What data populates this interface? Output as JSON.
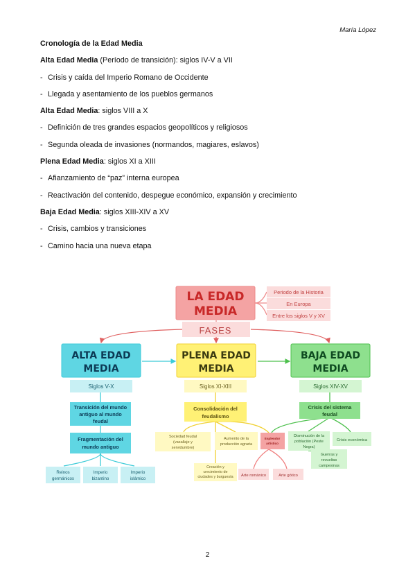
{
  "author": "María López",
  "page_number": "2",
  "title": "Cronología de la Edad Media",
  "periods": [
    {
      "name": "Alta Edad Media",
      "range": " (Período de transición): siglos IV-V a VII",
      "bullets": [
        "Crisis y caída del Imperio Romano de Occidente",
        "Llegada y asentamiento de los pueblos germanos"
      ]
    },
    {
      "name": "Alta Edad Media",
      "range": ": siglos VIII a X",
      "bullets": [
        "Definición de tres grandes espacios geopolíticos y religiosos",
        "Segunda oleada de invasiones (normandos, magiares, eslavos)"
      ]
    },
    {
      "name": "Plena Edad Media",
      "range": ": siglos XI a XIII",
      "bullets": [
        "Afianzamiento de “paz” interna europea",
        "Reactivación del contenido, despegue económico, expansión y crecimiento"
      ]
    },
    {
      "name": "Baja Edad Media",
      "range": ": siglos XIII-XIV a XV",
      "bullets": [
        "Crisis, cambios y transiciones",
        "Camino hacia una nueva etapa"
      ]
    }
  ],
  "map": {
    "root": [
      "LA EDAD",
      "MEDIA"
    ],
    "root_notes": [
      "Periodo de la Historia",
      "En Europa",
      "Entre los siglos V y XV"
    ],
    "fases": "FASES",
    "alta": {
      "title": [
        "ALTA EDAD",
        "MEDIA"
      ],
      "siglos": "Siglos V-X",
      "transicion": [
        "Transición del mundo",
        "antiguo al mundo",
        "feudal"
      ],
      "fragmentacion": [
        "Fragmentación del",
        "mundo antiguo"
      ],
      "leaves": [
        [
          "Reinos",
          "germánicos"
        ],
        [
          "Imperio",
          "bizantino"
        ],
        [
          "Imperio",
          "islámico"
        ]
      ]
    },
    "plena": {
      "title": [
        "PLENA EDAD",
        "MEDIA"
      ],
      "siglos": "Siglos XI-XIII",
      "consolidacion": [
        "Consolidación del",
        "feudalismo"
      ],
      "sociedad": [
        "Sociedad feudal",
        "(vasallaje y",
        "servidumbre)"
      ],
      "aumento": [
        "Aumento de la",
        "producción agraria"
      ],
      "esplendor": [
        "Esplendor",
        "artístico"
      ],
      "creacion": [
        "Creación y",
        "crecimiento de",
        "ciudades y burguesía"
      ],
      "romanico": "Arte románico",
      "gotico": "Arte gótico"
    },
    "baja": {
      "title": [
        "BAJA EDAD",
        "MEDIA"
      ],
      "siglos": "Siglos XIV-XV",
      "crisis": [
        "Crisis del sistema",
        "feudal"
      ],
      "disminucion": [
        "Disminución de la",
        "población (Peste",
        "Negra)"
      ],
      "economica": "Crisis económica",
      "guerras": [
        "Guerras y",
        "revueltas",
        "campesinas"
      ]
    }
  },
  "colors": {
    "red": "#f4a3a3",
    "red_light": "#fbdcdc",
    "cyan": "#5fd6e3",
    "cyan_light": "#c8f0f4",
    "yellow": "#fff175",
    "yellow_light": "#fff9c2",
    "green": "#8ee08e",
    "green_light": "#d4f5d2"
  }
}
